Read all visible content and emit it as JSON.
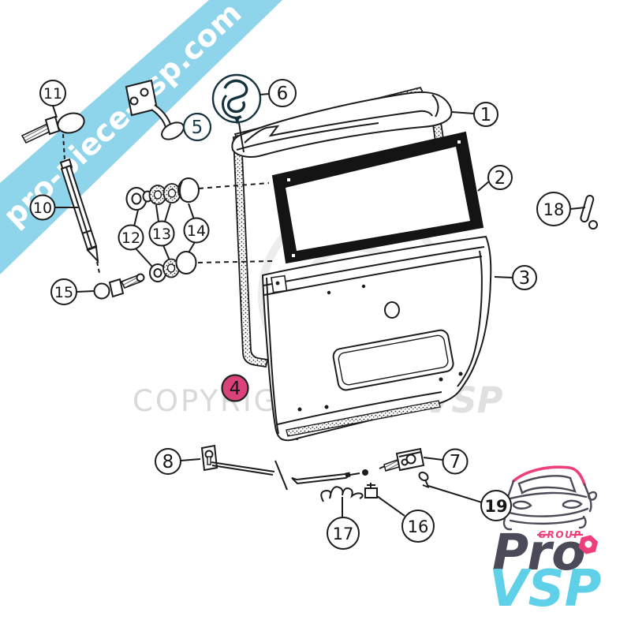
{
  "ribbon": {
    "text": "pro-piece-vsp.com",
    "color": "#8ed4ea",
    "text_color": "#ffffff"
  },
  "watermark": {
    "copyright": "COPYRIGHT",
    "brand": "Pro VSP",
    "color": "#d9d9d9"
  },
  "callouts": {
    "p1": "1",
    "p2": "2",
    "p3": "3",
    "p4": "4",
    "p5": "5",
    "p6": "6",
    "p7": "7",
    "p8": "8",
    "p10": "10",
    "p11": "11",
    "p12": "12",
    "p13": "13",
    "p14": "14",
    "p15": "15",
    "p16": "16",
    "p17": "17",
    "p18": "18",
    "p19": "19"
  },
  "highlight": {
    "part": "4",
    "color": "#d9437a"
  },
  "logo": {
    "group": "GROUP",
    "line1": "Pro",
    "line2": "VSP",
    "pink": "#ee3f7d",
    "dark": "#4a4a58",
    "blue": "#5ed0e8"
  }
}
